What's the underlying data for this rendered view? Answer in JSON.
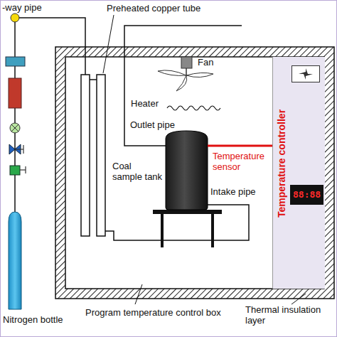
{
  "diagram": {
    "nodes": [
      {
        "text": [
          "Temperature controller",
          "88:88"
        ]
      }
    ],
    "labels": [
      "-way pipe",
      "Preheated copper tube",
      "Fan",
      "Heater",
      "Outlet pipe",
      "Temperature sensor",
      "Coal sample tank",
      "Intake pipe",
      "Nitrogen bottle",
      "Program temperature control box",
      "Thermal insulation layer"
    ]
  }
}
